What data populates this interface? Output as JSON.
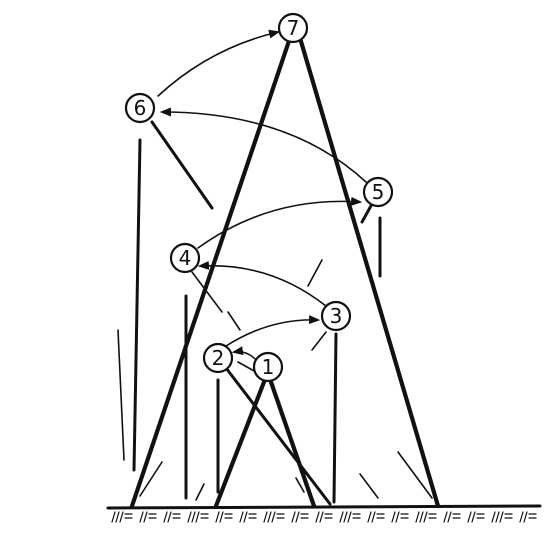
{
  "nodes": [
    {
      "id": "1",
      "label": "1"
    },
    {
      "id": "2",
      "label": "2"
    },
    {
      "id": "3",
      "label": "3"
    },
    {
      "id": "4",
      "label": "4"
    },
    {
      "id": "5",
      "label": "5"
    },
    {
      "id": "6",
      "label": "6"
    },
    {
      "id": "7",
      "label": "7"
    }
  ],
  "sequence": [
    "1",
    "2",
    "3",
    "4",
    "5",
    "6",
    "7"
  ],
  "ground_marks": "///≡ ///≡ ///≡ ///≡ ///≡ ///≡ ///≡ ///≡ ///≡ ///≡ ///≡ ///≡ ///≡",
  "colors": {
    "ink": "#111111",
    "paper": "#ffffff"
  }
}
